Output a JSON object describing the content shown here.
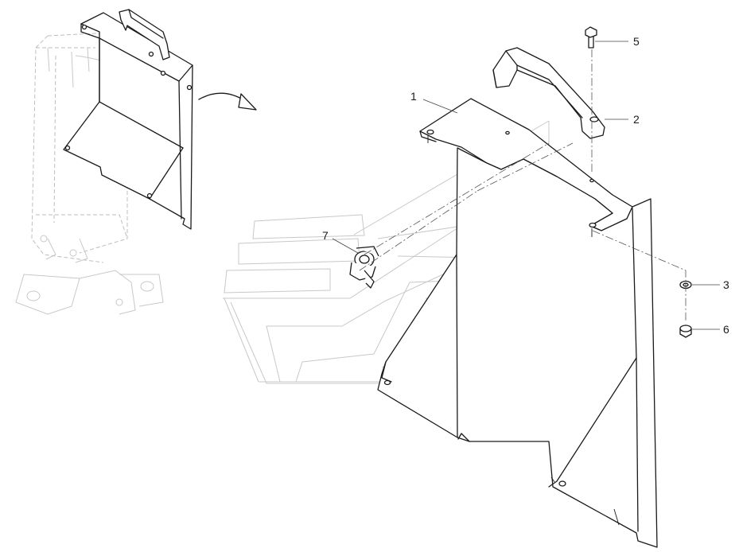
{
  "callouts": [
    {
      "id": "1",
      "label": "1"
    },
    {
      "id": "2",
      "label": "2"
    },
    {
      "id": "3",
      "label": "3"
    },
    {
      "id": "5",
      "label": "5"
    },
    {
      "id": "6",
      "label": "6"
    },
    {
      "id": "7",
      "label": "7"
    }
  ]
}
